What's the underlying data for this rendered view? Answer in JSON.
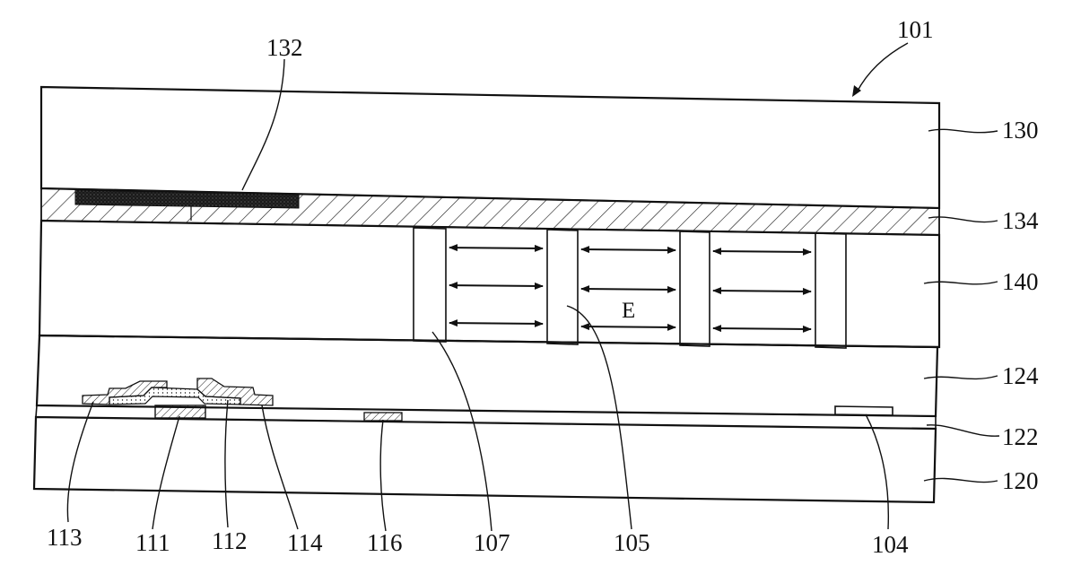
{
  "diagram": {
    "labels": {
      "l101": "101",
      "l130": "130",
      "l132": "132",
      "l134": "134",
      "l140": "140",
      "l124": "124",
      "l122": "122",
      "l120": "120",
      "l113": "113",
      "l111": "111",
      "l112": "112",
      "l114": "114",
      "l116": "116",
      "l107": "107",
      "l105": "105",
      "l104": "104",
      "field": "E"
    }
  }
}
